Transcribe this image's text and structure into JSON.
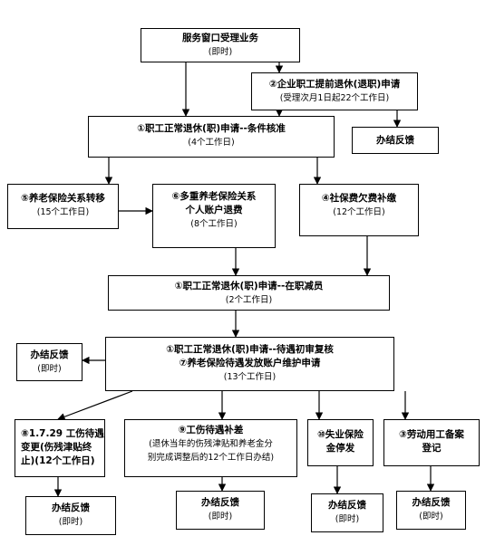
{
  "boxes": {
    "service_window": {
      "title": "服务窗口受理业务",
      "sub": "(即时)"
    },
    "early_retire": {
      "title": "②企业职工提前退休(退职)申请",
      "sub": "(受理次月1日起22个工作日)"
    },
    "feedback_top": {
      "title": "办结反馈"
    },
    "normal_retire_check": {
      "title": "①职工正常退休(职)申请--条件核准",
      "sub": "(4个工作日)"
    },
    "pension_transfer": {
      "title": "⑤养老保险关系转移",
      "sub": "(15个工作日)"
    },
    "multi_refund": {
      "title1": "⑥多重养老保险关系",
      "title2": "个人账户退费",
      "sub": "(8个工作日)"
    },
    "arrears": {
      "title": "④社保费欠费补缴",
      "sub": "(12个工作日)"
    },
    "reduce_staff": {
      "title": "①职工正常退休(职)申请--在职减员",
      "sub": "(2个工作日)"
    },
    "feedback_left": {
      "title": "办结反馈",
      "sub": "(即时)"
    },
    "review": {
      "title1": "①职工正常退休(职)申请--待遇初审复核",
      "title2": "⑦养老保险待遇发放账户维护申请",
      "sub": "(13个工作日)"
    },
    "injury_change": {
      "line1": "⑧1.7.29 工伤待遇",
      "line2": "变更(伤残津贴终",
      "line3": "止)(12个工作日)"
    },
    "injury_diff": {
      "title": "⑨工伤待遇补差",
      "line1": "(退休当年的伤残津贴和养老金分",
      "line2": "别完成调整后的12个工作日办结)"
    },
    "unemployment": {
      "line1": "⑩失业保险",
      "line2": "金停发"
    },
    "labor_record": {
      "line1": "③劳动用工备案",
      "line2": "登记"
    },
    "feedback_b1": {
      "title": "办结反馈",
      "sub": "(即时)"
    },
    "feedback_b2": {
      "title": "办结反馈",
      "sub": "(即时)"
    },
    "feedback_b3": {
      "title": "办结反馈",
      "sub": "(即时)"
    },
    "feedback_b4": {
      "title": "办结反馈",
      "sub": "(即时)"
    }
  }
}
